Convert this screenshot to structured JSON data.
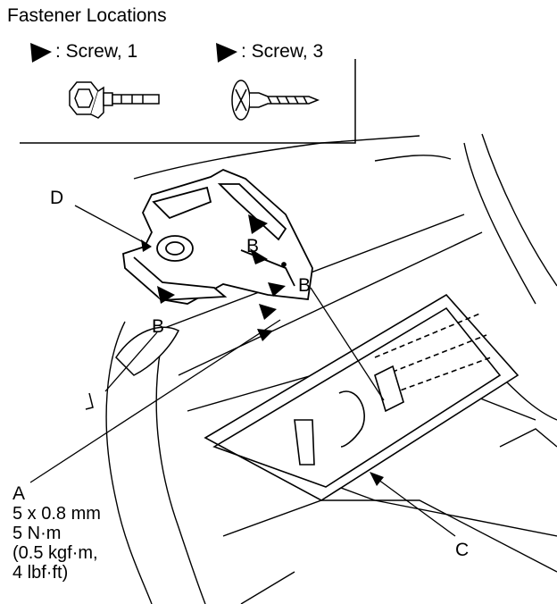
{
  "legend": {
    "title": "Fastener Locations",
    "items": [
      {
        "marker": "filled-arrowhead",
        "label": ": Screw, 1"
      },
      {
        "marker": "filled-arrowhead",
        "label": ": Screw, 3"
      }
    ]
  },
  "callouts": {
    "a": "A",
    "b_top": "B",
    "b_right": "B",
    "b_left": "B",
    "c": "C",
    "d": "D"
  },
  "spec": {
    "size": "5 x 0.8 mm",
    "torque_nm": "5 N·m",
    "torque_kgfm": "(0.5 kgf·m,",
    "torque_lbfft": "4 lbf·ft)"
  }
}
